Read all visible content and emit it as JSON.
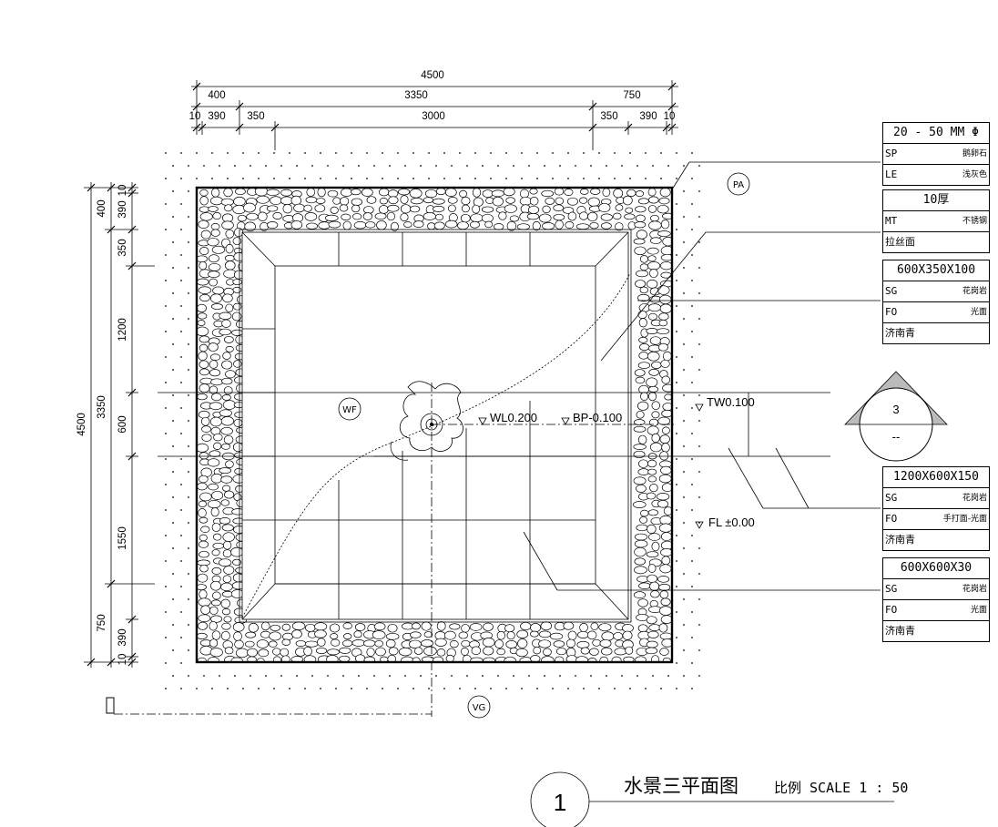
{
  "top_dims": {
    "overall": "4500",
    "row1": [
      "400",
      "3350",
      "750"
    ],
    "row2": [
      "10",
      "390",
      "350",
      "3000",
      "350",
      "390",
      "10"
    ]
  },
  "left_dims": {
    "overall": "4500",
    "row1": [
      "400",
      "3350",
      "750"
    ],
    "row2": [
      "10",
      "390",
      "350",
      "1200",
      "600",
      "1550",
      "390",
      "10"
    ]
  },
  "tags": {
    "pa": "PA",
    "wf": "WF",
    "vg": "VG"
  },
  "levels": {
    "wl": "WL0.200",
    "bp": "BP-0.100",
    "tw": "TW0.100",
    "fl": "FL ±0.00"
  },
  "section_mark": {
    "number": "3",
    "sheet": "--"
  },
  "legend": [
    {
      "title": "20 - 50 MM Φ",
      "rows": [
        {
          "code": "SP",
          "value": "鹅卵石"
        },
        {
          "code": "LE",
          "value": "浅灰色"
        }
      ]
    },
    {
      "title": "10厚",
      "rows": [
        {
          "code": "MT",
          "value": "不锈钢"
        },
        {
          "code": "拉丝面",
          "value": ""
        }
      ]
    },
    {
      "title": "600X350X100",
      "rows": [
        {
          "code": "SG",
          "value": "花岗岩"
        },
        {
          "code": "FO",
          "value": "光面"
        },
        {
          "code": "济南青",
          "value": ""
        }
      ]
    },
    {
      "title": "1200X600X150",
      "rows": [
        {
          "code": "SG",
          "value": "花岗岩"
        },
        {
          "code": "FO",
          "value": "手打面-光面"
        },
        {
          "code": "济南青",
          "value": ""
        }
      ]
    },
    {
      "title": "600X600X30",
      "rows": [
        {
          "code": "SG",
          "value": "花岗岩"
        },
        {
          "code": "FO",
          "value": "光面"
        },
        {
          "code": "济南青",
          "value": ""
        }
      ]
    }
  ],
  "title_block": {
    "number": "1",
    "title": "水景三平面图",
    "scale": "比例 SCALE 1 : 50"
  }
}
